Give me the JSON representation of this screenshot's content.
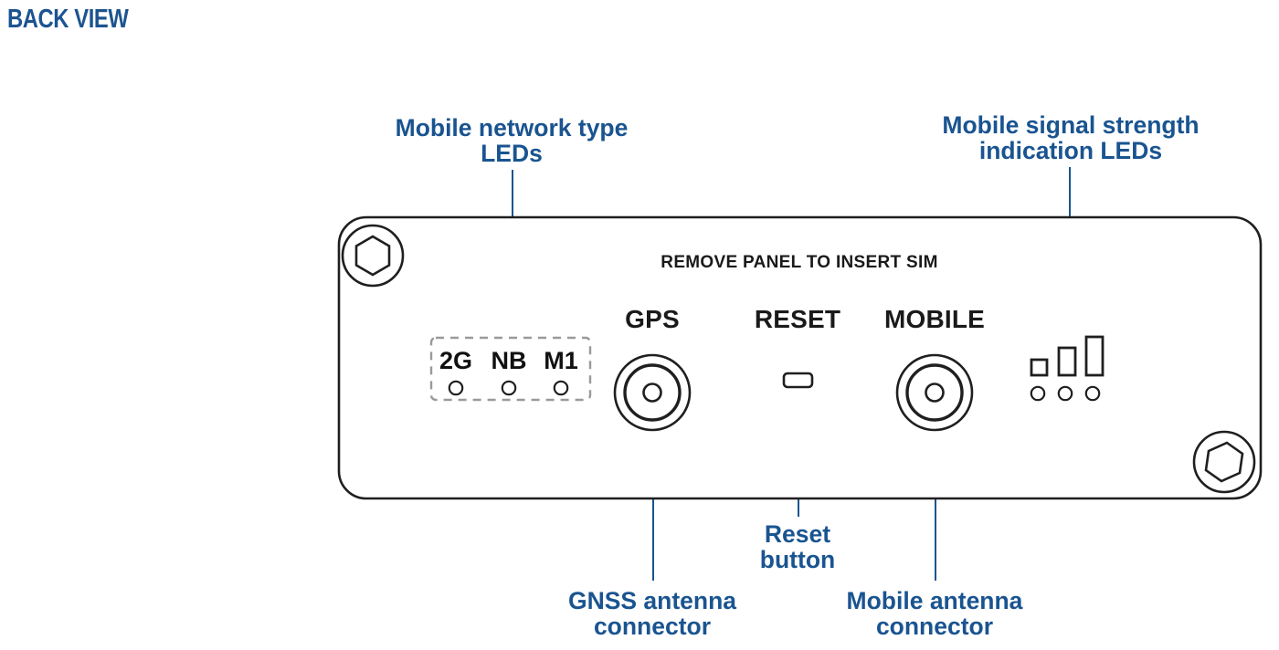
{
  "title": "BACK VIEW",
  "colors": {
    "accent_blue": "#1a5490",
    "title_blue": "#1c5490",
    "outline_dark": "#1f1f1f",
    "dashed_gray": "#9a9a9a",
    "background": "#ffffff"
  },
  "panel": {
    "sim_note": "REMOVE PANEL TO INSERT SIM",
    "screws": [
      {
        "name": "top-left-hex-screw"
      },
      {
        "name": "bottom-right-hex-screw"
      }
    ]
  },
  "callouts": [
    {
      "id": "network-type-leds",
      "text": "Mobile network type\nLEDs",
      "position": "top-left"
    },
    {
      "id": "signal-strength-leds",
      "text": "Mobile signal strength\nindication LEDs",
      "position": "top-right"
    },
    {
      "id": "gnss-antenna",
      "text": "GNSS  antenna\nconnector",
      "position": "bottom-left"
    },
    {
      "id": "reset-button",
      "text": "Reset\nbutton",
      "position": "bottom-center"
    },
    {
      "id": "mobile-antenna",
      "text": "Mobile antenna\nconnector",
      "position": "bottom-right"
    }
  ],
  "network_leds": {
    "tags": [
      "2G",
      "NB",
      "M1"
    ],
    "led_count": 3,
    "enclosure": "dashed-box"
  },
  "ports": {
    "gps": {
      "label": "GPS",
      "type": "coaxial-connector"
    },
    "reset": {
      "label": "RESET",
      "type": "recessed-button"
    },
    "mobile": {
      "label": "MOBILE",
      "type": "coaxial-connector"
    }
  },
  "signal_indicator": {
    "bars": 3,
    "bar_heights": [
      17,
      30,
      42
    ],
    "led_count": 3
  }
}
